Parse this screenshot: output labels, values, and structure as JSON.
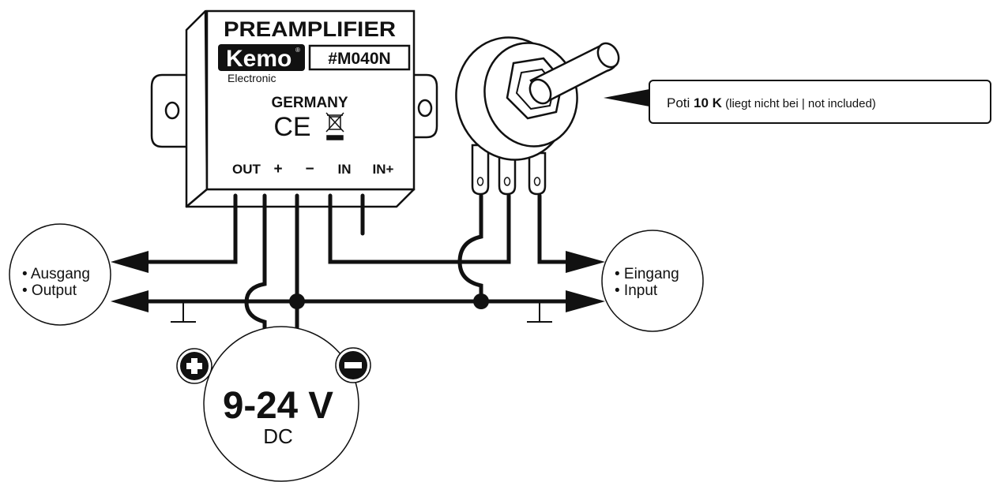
{
  "module": {
    "title": "PREAMPLIFIER",
    "brand": "Kemo",
    "registered_mark": "®",
    "part_number": "#M040N",
    "brand_sub": "Electronic",
    "country": "GERMANY",
    "ce_mark": "CE"
  },
  "pins": {
    "out": "OUT",
    "plus": "+",
    "minus": "−",
    "in": "IN",
    "in_plus": "IN+"
  },
  "callout": {
    "prefix": "Poti ",
    "value": "10 K",
    "note": " (liegt nicht bei | not included)"
  },
  "output_circle": {
    "line1": "• Ausgang",
    "line2": "• Output"
  },
  "input_circle": {
    "line1": "• Eingang",
    "line2": "• Input"
  },
  "power": {
    "voltage": "9-24 V",
    "type": "DC"
  },
  "colors": {
    "ink": "#111111",
    "paper": "#ffffff"
  }
}
